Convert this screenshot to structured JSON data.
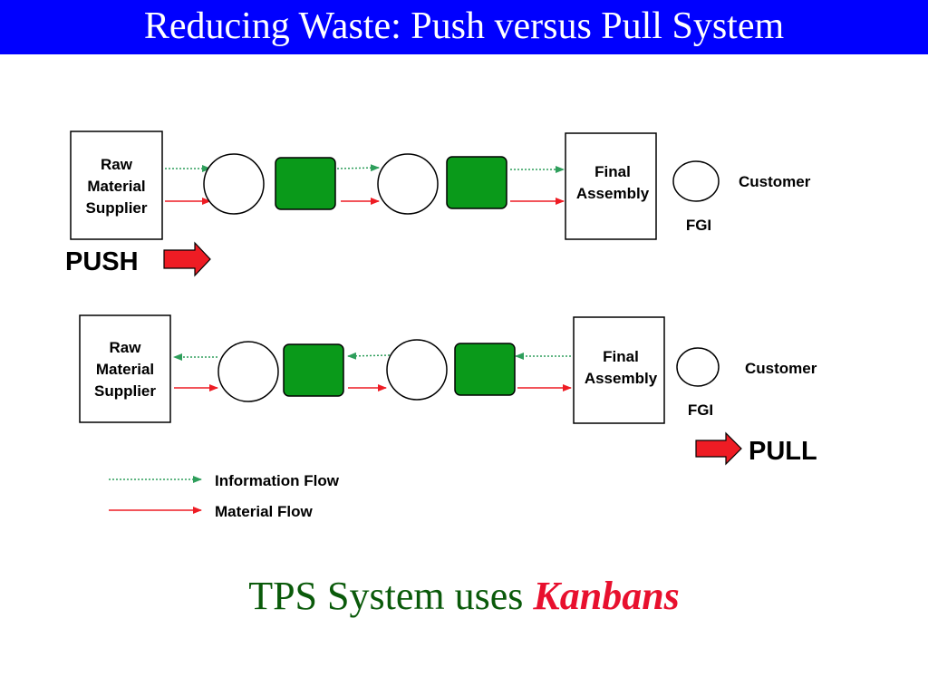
{
  "title": "Reducing Waste: Push versus Pull System",
  "colors": {
    "title_bg": "#0000ff",
    "title_text": "#ffffff",
    "information_flow": "#2e9e5b",
    "material_flow": "#ee1c24",
    "workstation_fill": "#0a9a1a",
    "big_arrow_fill": "#ee1c24",
    "footer_text": "#0a5a0a",
    "footer_emphasis": "#e8102e"
  },
  "push": {
    "supplier_lines": [
      "Raw",
      "Material",
      "Supplier"
    ],
    "assembly_lines": [
      "Final",
      "Assembly"
    ],
    "customer": "Customer",
    "fgi": "FGI",
    "label": "PUSH"
  },
  "pull": {
    "supplier_lines": [
      "Raw",
      "Material",
      "Supplier"
    ],
    "assembly_lines": [
      "Final",
      "Assembly"
    ],
    "customer": "Customer",
    "fgi": "FGI",
    "label": "PULL"
  },
  "legend": {
    "information_flow": "Information Flow",
    "material_flow": "Material Flow"
  },
  "footer": {
    "text": "TPS System uses",
    "emphasis": "Kanbans"
  }
}
